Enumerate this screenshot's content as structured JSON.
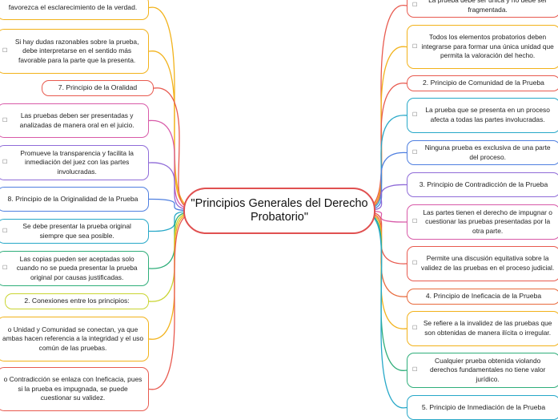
{
  "center": {
    "title": "\"Principios Generales del Derecho Probatorio\""
  },
  "bullet_glyph": "☐",
  "left": [
    {
      "text": "favorezca el esclarecimiento de la verdad.",
      "color": "#f2b21a",
      "bullet": ""
    },
    {
      "text": "Si hay dudas razonables sobre la prueba, debe interpretarse en el sentido más favorable para la parte que la presenta.",
      "color": "#f2b21a",
      "bullet": "☐"
    },
    {
      "text": "7. Principio de la Oralidad",
      "color": "#e85a4f",
      "bullet": ""
    },
    {
      "text": "Las pruebas deben ser presentadas y analizadas de manera oral en el juicio.",
      "color": "#d85aa8",
      "bullet": "☐"
    },
    {
      "text": "Promueve la transparencia y facilita la inmediación del juez con las partes involucradas.",
      "color": "#8f6bd8",
      "bullet": "☐"
    },
    {
      "text": "8. Principio de la Originalidad de la Prueba",
      "color": "#4f7fe0",
      "bullet": ""
    },
    {
      "text": "Se debe presentar la prueba original siempre que sea posible.",
      "color": "#27a8c8",
      "bullet": "☐"
    },
    {
      "text": "Las copias pueden ser aceptadas solo cuando no se pueda presentar la prueba original por causas justificadas.",
      "color": "#2fae7a",
      "bullet": "☐"
    },
    {
      "text": "2.     Conexiones entre los principios:",
      "color": "#c9d430",
      "bullet": ""
    },
    {
      "text": "o     Unidad y Comunidad se conectan, ya que ambas hacen referencia a la integridad y el uso común de las pruebas.",
      "color": "#f2b21a",
      "bullet": ""
    },
    {
      "text": "o     Contradicción se enlaza con Ineficacia, pues si la prueba es impugnada, se puede cuestionar su validez.",
      "color": "#e85a4f",
      "bullet": ""
    }
  ],
  "right": [
    {
      "text": "La prueba debe ser única y no debe ser fragmentada.",
      "color": "#e85a4f",
      "bullet": "☐"
    },
    {
      "text": "Todos los elementos probatorios deben integrarse para formar una única unidad que permita la valoración del hecho.",
      "color": "#f2b21a",
      "bullet": "☐"
    },
    {
      "text": "2. Principio de Comunidad de la Prueba",
      "color": "#e85a4f",
      "bullet": ""
    },
    {
      "text": "La prueba que se presenta en un proceso afecta a todas las partes involucradas.",
      "color": "#27a8c8",
      "bullet": "☐"
    },
    {
      "text": "Ninguna prueba es exclusiva de una parte del proceso.",
      "color": "#4f7fe0",
      "bullet": "☐"
    },
    {
      "text": "3. Principio de Contradicción de la Prueba",
      "color": "#8f6bd8",
      "bullet": ""
    },
    {
      "text": "Las partes tienen el derecho de impugnar o cuestionar las pruebas presentadas por la otra parte.",
      "color": "#d85aa8",
      "bullet": "☐"
    },
    {
      "text": "Permite una discusión equitativa sobre la validez de las pruebas en el proceso judicial.",
      "color": "#e85a4f",
      "bullet": "☐"
    },
    {
      "text": "4. Principio de Ineficacia de la Prueba",
      "color": "#e86a3c",
      "bullet": ""
    },
    {
      "text": "Se refiere a la invalidez de las pruebas que son obtenidas de manera ilícita o irregular.",
      "color": "#f2b21a",
      "bullet": "☐"
    },
    {
      "text": "Cualquier prueba obtenida violando derechos fundamentales no tiene valor jurídico.",
      "color": "#2fae7a",
      "bullet": "☐"
    },
    {
      "text": "5. Principio de Inmediación de la Prueba",
      "color": "#27a8c8",
      "bullet": ""
    }
  ]
}
